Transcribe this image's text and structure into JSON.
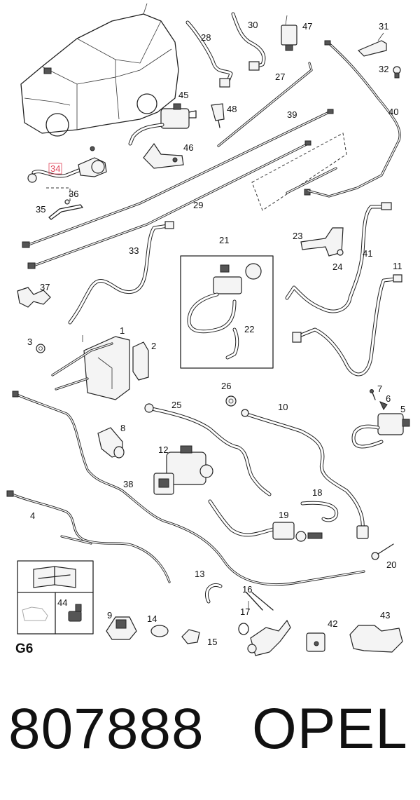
{
  "callouts": {
    "c1": "1",
    "c2": "2",
    "c3": "3",
    "c4": "4",
    "c5": "5",
    "c6": "6",
    "c7": "7",
    "c8": "8",
    "c9": "9",
    "c10": "10",
    "c11": "11",
    "c12": "12",
    "c13": "13",
    "c14": "14",
    "c15": "15",
    "c16": "16",
    "c17": "17",
    "c18": "18",
    "c19": "19",
    "c20": "20",
    "c21": "21",
    "c22": "22",
    "c23": "23",
    "c24": "24",
    "c25": "25",
    "c26": "26",
    "c27": "27",
    "c28": "28",
    "c29": "29",
    "c30": "30",
    "c31": "31",
    "c32": "32",
    "c33": "33",
    "c34": "34",
    "c35": "35",
    "c36": "36",
    "c37": "37",
    "c38": "38",
    "c39": "39",
    "c40": "40",
    "c41": "41",
    "c42": "42",
    "c43": "43",
    "c44": "44",
    "c45": "45",
    "c46": "46",
    "c47": "47",
    "c48": "48"
  },
  "highlighted_callout": "34",
  "highlight_color": "#e0455a",
  "legend_box": {
    "icon_top": "manual-wrench-icon",
    "icon_bottom": "car-accessory-outline-icon",
    "item_callout": "44"
  },
  "section_label": "G6",
  "footer": {
    "part_number": "807888",
    "brand": "OPEL"
  }
}
